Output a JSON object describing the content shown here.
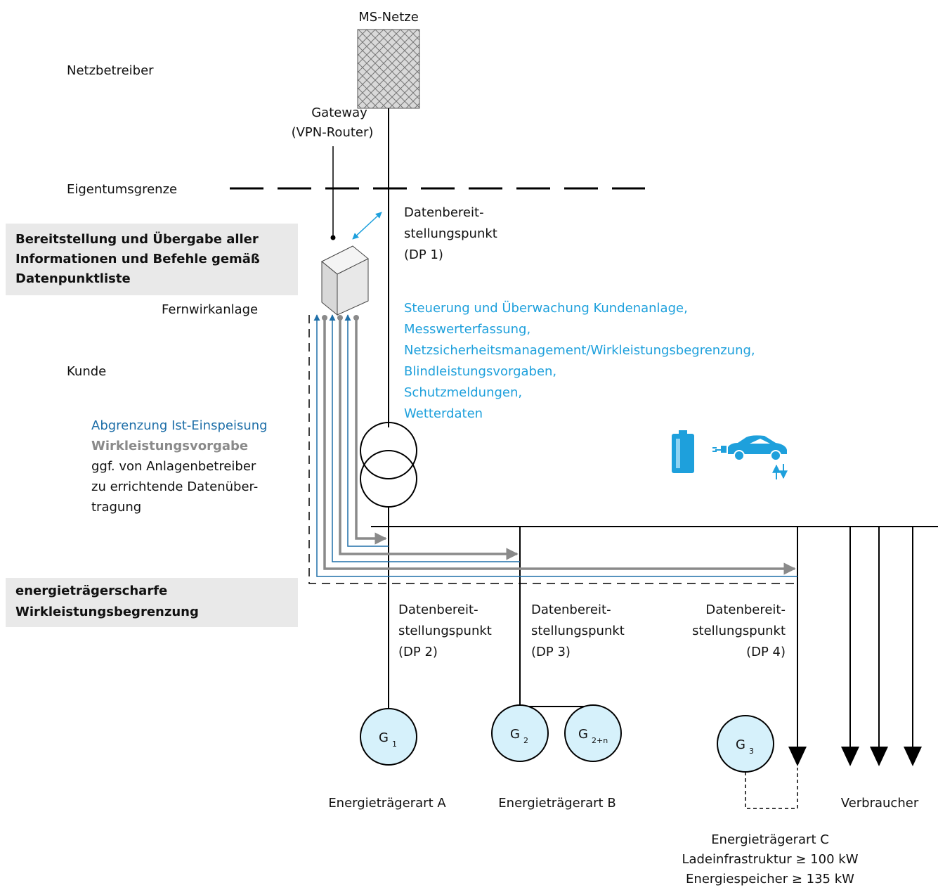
{
  "labels": {
    "ms_netze": "MS-Netze",
    "netzbetreiber": "Netzbetreiber",
    "gateway_1": "Gateway",
    "gateway_2": "(VPN-Router)",
    "eigentumsgrenze": "Eigentumsgrenze",
    "fernwirkanlage": "Fernwirkanlage",
    "kunde": "Kunde",
    "dp1": [
      "Datenbereit-",
      "stellungspunkt",
      "(DP 1)"
    ],
    "dp2": [
      "Datenbereit-",
      "stellungspunkt",
      "(DP 2)"
    ],
    "dp3": [
      "Datenbereit-",
      "stellungspunkt",
      "(DP 3)"
    ],
    "dp4": [
      "Datenbereit-",
      "stellungspunkt",
      "(DP 4)"
    ],
    "bereitstellung": [
      "Bereitstellung und Übergabe aller",
      "Informationen und Befehle gemäß",
      "Datenpunktliste"
    ],
    "energietraeger_box": [
      "energieträgerscharfe",
      "Wirkleistungsbegrenzung"
    ],
    "steuerung": [
      "Steuerung und Überwachung Kundenanlage,",
      "Messwerterfassung,",
      "Netzsicherheitsmanagement/Wirkleistungsbegrenzung,",
      "Blindleistungsvorgaben,",
      "Schutzmeldungen,",
      "Wetterdaten"
    ],
    "abgrenzung": "Abgrenzung Ist-Einspeisung",
    "wirkleistungsvorgabe": "Wirkleistungsvorgabe",
    "ggf": [
      "ggf. von Anlagenbetreiber",
      "zu errichtende Datenüber-",
      "tragung"
    ],
    "gen1_main": "G",
    "gen1_sub": "1",
    "gen2_main": "G",
    "gen2_sub": "2",
    "gen2n_main": "G",
    "gen2n_sub": "2+n",
    "gen3_main": "G",
    "gen3_sub": "3",
    "art_a": "Energieträgerart A",
    "art_b": "Energieträgerart B",
    "verbraucher": "Verbraucher",
    "art_c": [
      "Energieträgerart C",
      "Ladeinfrastruktur ≥ 100 kW",
      "Energiespeicher ≥ 135 kW"
    ]
  },
  "icons": [
    "hatched-grid-icon",
    "server-box-icon",
    "transformer-icon",
    "battery-icon",
    "electric-car-icon",
    "bidirectional-arrow-icon"
  ],
  "colors": {
    "line": "#000000",
    "blue_text": "#1ea0dc",
    "dark_blue": "#1f6fa8",
    "grey_arrow": "#8a8a8a",
    "generator_fill": "#d6f1fb",
    "label_box": "#e9e9e9"
  }
}
